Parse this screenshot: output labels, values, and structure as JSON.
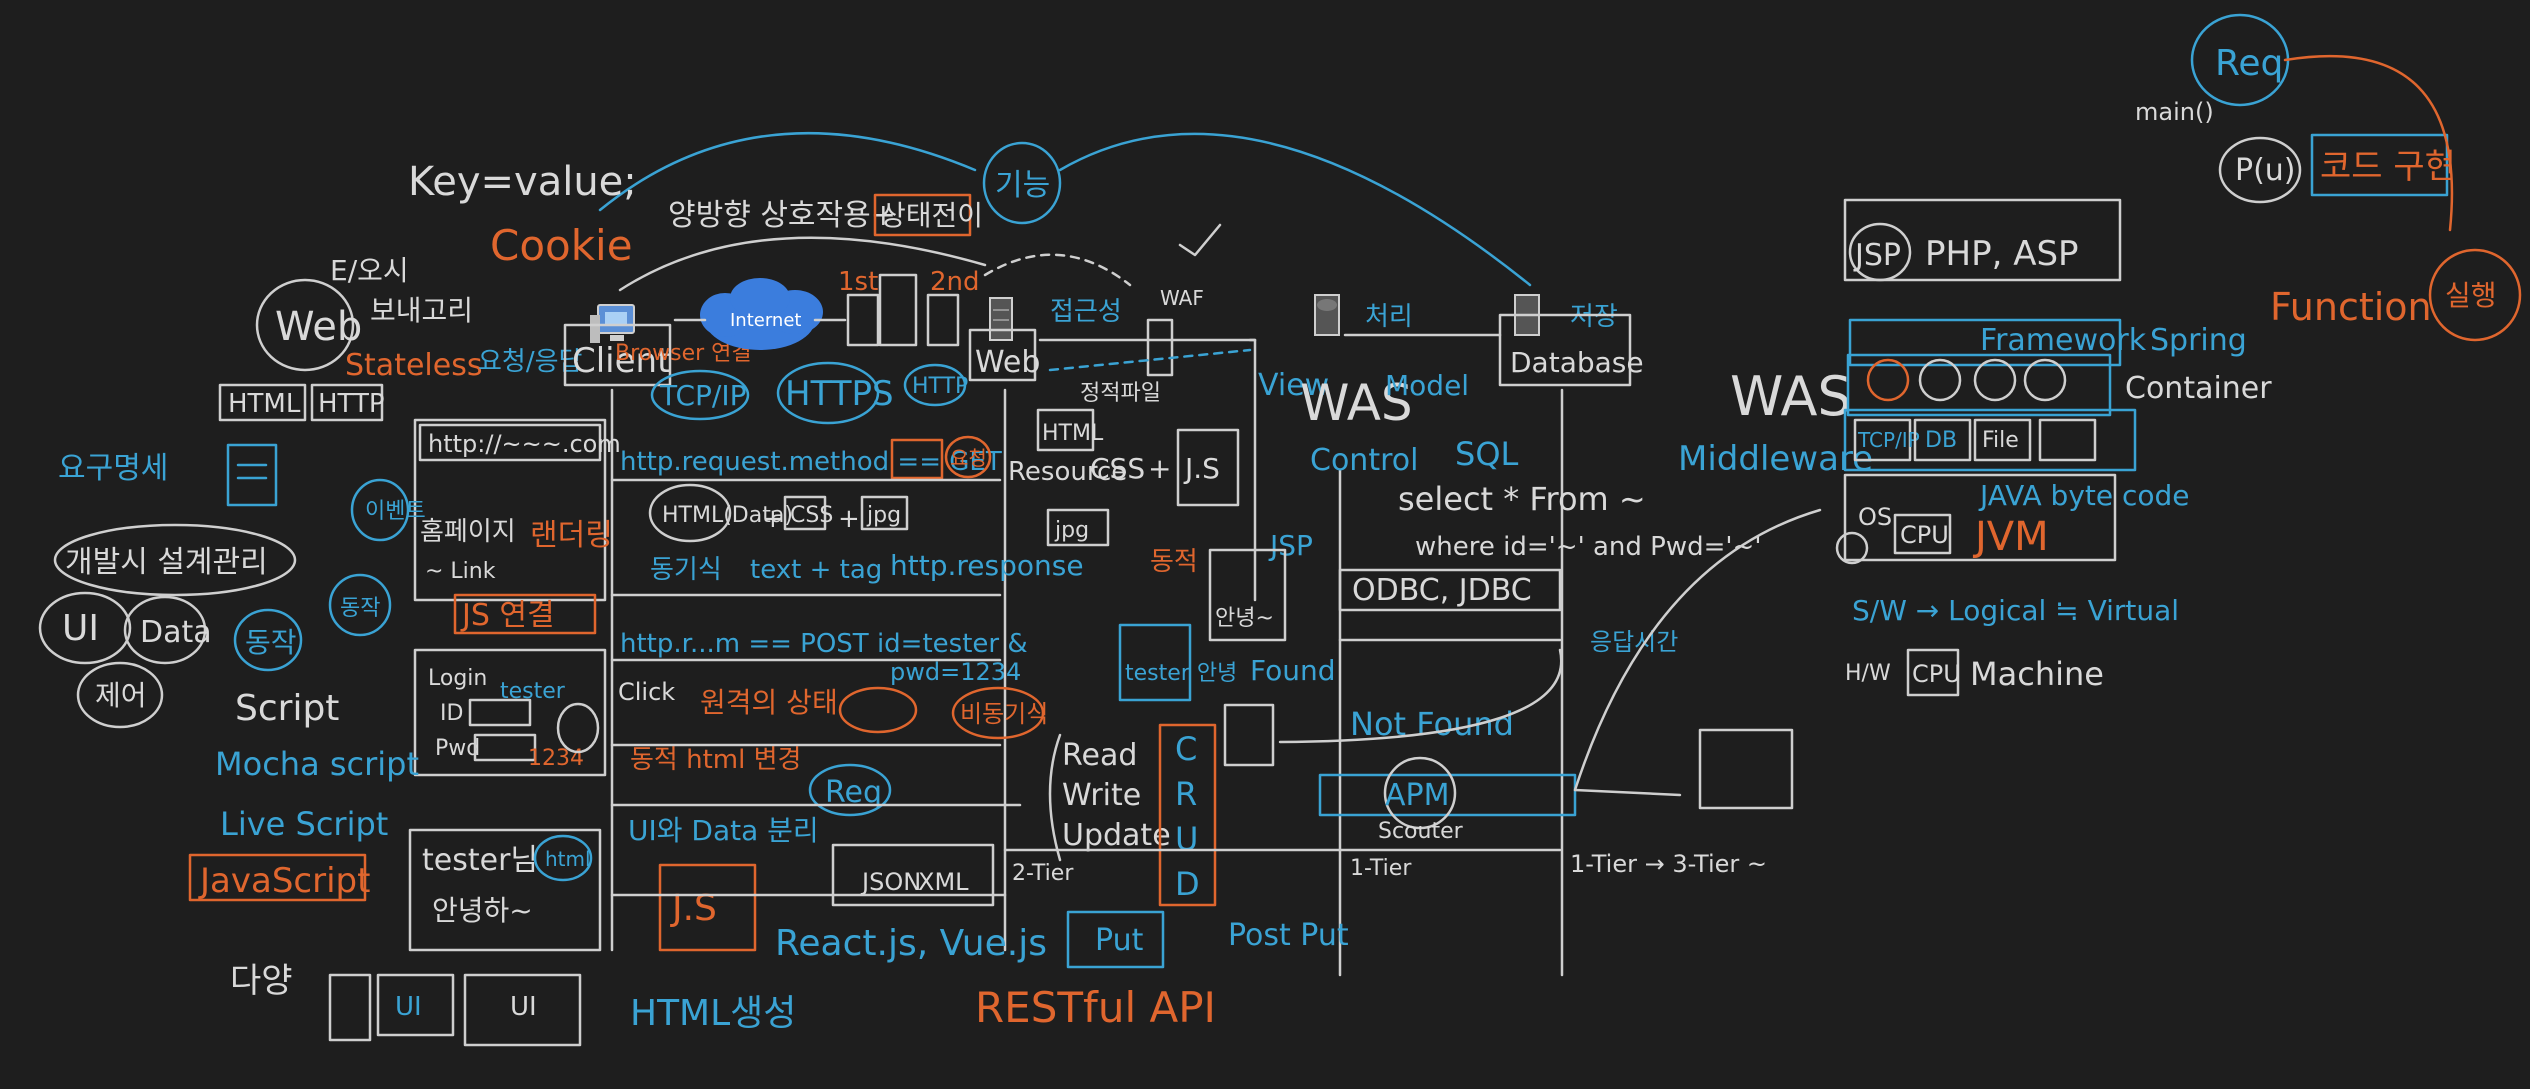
{
  "colors": {
    "background": "#1e1e1e",
    "chalk": "#d9d9d9",
    "blue": "#3aa3d4",
    "orange": "#e0662e",
    "cloud": "#3b7ddd"
  },
  "top": {
    "key_value": "Key=value;",
    "cookie": "Cookie",
    "bidirectional": "양방향 상호작용+",
    "state_transition": "상태전이",
    "server_push": "기능",
    "web_style": "E/오시",
    "web_sub": "보내고리",
    "web": "Web",
    "html": "HTML",
    "http": "HTTP",
    "stateless": "Stateless",
    "stateless_note": "요청/응답"
  },
  "network": {
    "client": "Client",
    "internet": "Internet",
    "web": "Web",
    "was": "WAS",
    "database": "Database",
    "first": "1st",
    "second": "2nd",
    "browser_connect": "Browser 연결",
    "tcp_ip": "TCP/IP",
    "https": "HTTPS",
    "http": "HTTP",
    "waf": "WAF",
    "access": "접근성",
    "static_res": "정적파일",
    "pos": "처리",
    "storage": "저장"
  },
  "browser": {
    "url": "http://~~~.com",
    "page_title": "홈페이지",
    "link": "~ Link",
    "login": "Login",
    "id_label": "ID",
    "pwd_label": "Pwd",
    "id_value": "tester",
    "pwd_value": "1234",
    "welcome": "tester님",
    "greeting": "안녕하~",
    "html_tag": "html",
    "js_link": "JS 연결",
    "render_lbl": "랜더링",
    "ui_note": "동작"
  },
  "flow": {
    "request_get": "http.request.method == GET",
    "get_note": "요청",
    "html_data": "HTML(Data)",
    "css": "CSS",
    "jpg": "jpg",
    "plus": "+",
    "text_tag": "text + tag",
    "response": "http.response",
    "post": "http.r...m == POST  id=tester &",
    "pwd": "pwd=1234",
    "click": "Click",
    "sync": "동기식",
    "async_label": "원격의 상태",
    "ajax_note": "비동기식",
    "async_html": "동적 html 변경",
    "req": "Req",
    "ui_data": "UI와 Data 분리",
    "json": "JSON",
    "xml": "XML",
    "js": "J.S",
    "react": "React.js, Vue.js",
    "html_render": "HTML생성",
    "restful": "RESTful API",
    "crud_read": "Read",
    "crud_write": "Write",
    "crud_update": "Update",
    "crud": "C R U D",
    "put": "Put",
    "post_put": "Post Put",
    "two_tier": "2-Tier",
    "one_tier": "1-Tier"
  },
  "server": {
    "html": "HTML",
    "css": "CSS",
    "jpg": "jpg",
    "js": "J.S",
    "resource": "Resource",
    "view": "View",
    "model": "Model",
    "control": "Control",
    "sql": "SQL",
    "jsp": "JSP",
    "select": "select * From ~",
    "where": "where id='~' and Pwd='~'",
    "odbc": "ODBC, JDBC",
    "found": "Found",
    "not_found": "Not Found",
    "apm": "APM",
    "scouter": "Scouter",
    "hello": "tester 안녕",
    "hello2": "안녕~",
    "db_note": "응답시간",
    "dynamic": "동적",
    "tier_text": "1-Tier → 3-Tier ~",
    "was_label": "WAS",
    "middleware": "Middleware"
  },
  "left": {
    "requirements": "요구명세",
    "dev_design": "개발시 설계관리",
    "ui": "UI",
    "data": "Data",
    "control": "제어",
    "motion": "동작",
    "script": "Script",
    "mocha": "Mocha script",
    "live": "Live Script",
    "javascript": "JavaScript",
    "various": "다양",
    "ui2": "UI",
    "ui3": "UI",
    "event": "이벤트"
  },
  "right": {
    "req": "Req",
    "main": "main()",
    "pu": "P(u)",
    "code_logic": "코드 구현",
    "function": "Function",
    "run": "실행",
    "jsp": "JSP",
    "php": "PHP, ASP",
    "framework": "Framework",
    "spring": "Spring",
    "container": "Container",
    "tcpip": "TCP/IP",
    "db": "DB",
    "file": "File",
    "java_bytecode": "JAVA byte code",
    "os": "OS",
    "cpu": "CPU",
    "jvm": "JVM",
    "sw_line": "S/W → Logical ≒ Virtual",
    "hw": "H/W",
    "cpu2": "CPU",
    "machine": "Machine"
  }
}
